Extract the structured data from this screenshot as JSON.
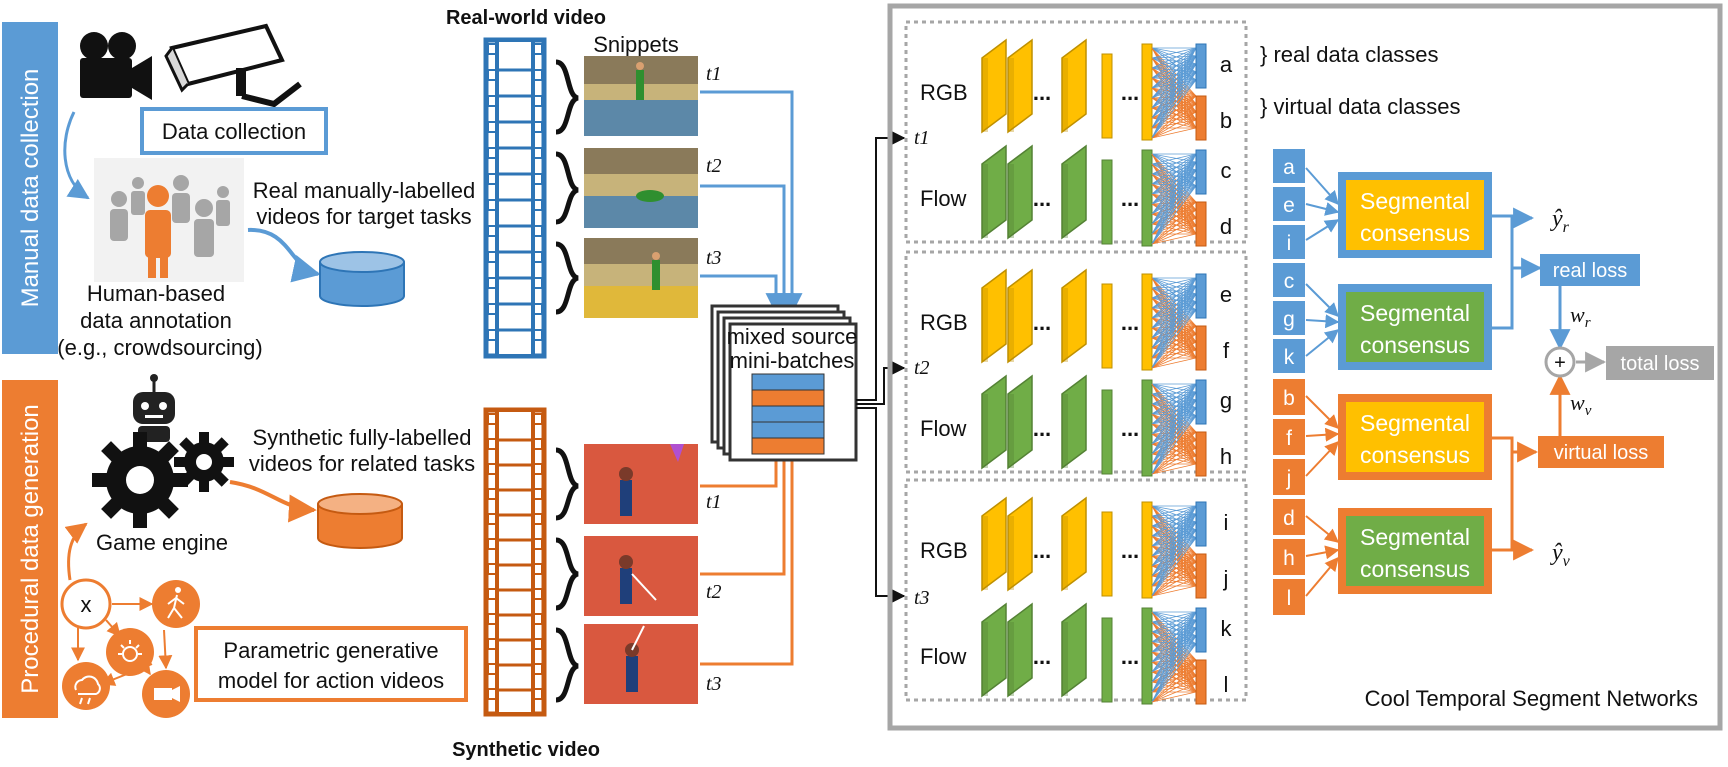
{
  "colors": {
    "blue": "#5b9bd5",
    "orange": "#ed7d31",
    "yellow": "#ffc000",
    "green": "#70ad47",
    "gray": "#a6a6a6",
    "dark": "#111111"
  },
  "left": {
    "manual_banner": "Manual data collection",
    "procedural_banner": "Procedural data generation",
    "data_collection": "Data collection",
    "human_annotation_1": "Human-based",
    "human_annotation_2": "data annotation",
    "human_annotation_3": "(e.g., crowdsourcing)",
    "real_videos_1": "Real manually-labelled",
    "real_videos_2": "videos for target tasks",
    "synthetic_videos_1": "Synthetic fully-labelled",
    "synthetic_videos_2": "videos for related tasks",
    "game_engine": "Game engine",
    "x_node": "x",
    "generative_model_1": "Parametric generative",
    "generative_model_2": "model for action videos",
    "icons": [
      "video-camera-icon",
      "security-camera-icon",
      "people-icon",
      "database-icon",
      "robot-icon",
      "gears-icon",
      "weather-icon",
      "sun-icon",
      "person-walking-icon",
      "camera-icon"
    ]
  },
  "middle": {
    "real_world_video": "Real-world video",
    "snippets": "Snippets",
    "synthetic_video": "Synthetic video",
    "real_snippet_times": [
      "t1",
      "t2",
      "t3"
    ],
    "synthetic_snippet_times": [
      "t1",
      "t2",
      "t3"
    ],
    "minibatch_1": "mixed source",
    "minibatch_2": "mini-batches"
  },
  "network": {
    "stream_times": [
      "t1",
      "t2",
      "t3"
    ],
    "groups": [
      {
        "rgb": "RGB",
        "flow": "Flow",
        "rgb_out": [
          "a",
          "b"
        ],
        "flow_out": [
          "c",
          "d"
        ]
      },
      {
        "rgb": "RGB",
        "flow": "Flow",
        "rgb_out": [
          "e",
          "f"
        ],
        "flow_out": [
          "g",
          "h"
        ]
      },
      {
        "rgb": "RGB",
        "flow": "Flow",
        "rgb_out": [
          "i",
          "j"
        ],
        "flow_out": [
          "k",
          "l"
        ]
      }
    ],
    "dots": "...",
    "legend_real": "} real data classes",
    "legend_virtual": "} virtual data classes",
    "title": "Cool Temporal Segment Networks"
  },
  "consensus": {
    "blue_classes": [
      "a",
      "e",
      "i",
      "c",
      "g",
      "k"
    ],
    "orange_classes": [
      "b",
      "f",
      "j",
      "d",
      "h",
      "l"
    ],
    "block_label_1": "Segmental",
    "block_label_2": "consensus",
    "y_real": "ŷ",
    "y_real_sub": "r",
    "y_virtual": "ŷ",
    "y_virtual_sub": "v",
    "real_loss": "real loss",
    "virtual_loss": "virtual loss",
    "total_loss": "total loss",
    "plus": "+",
    "w_real": "w",
    "w_real_sub": "r",
    "w_virtual": "w",
    "w_virtual_sub": "v"
  }
}
